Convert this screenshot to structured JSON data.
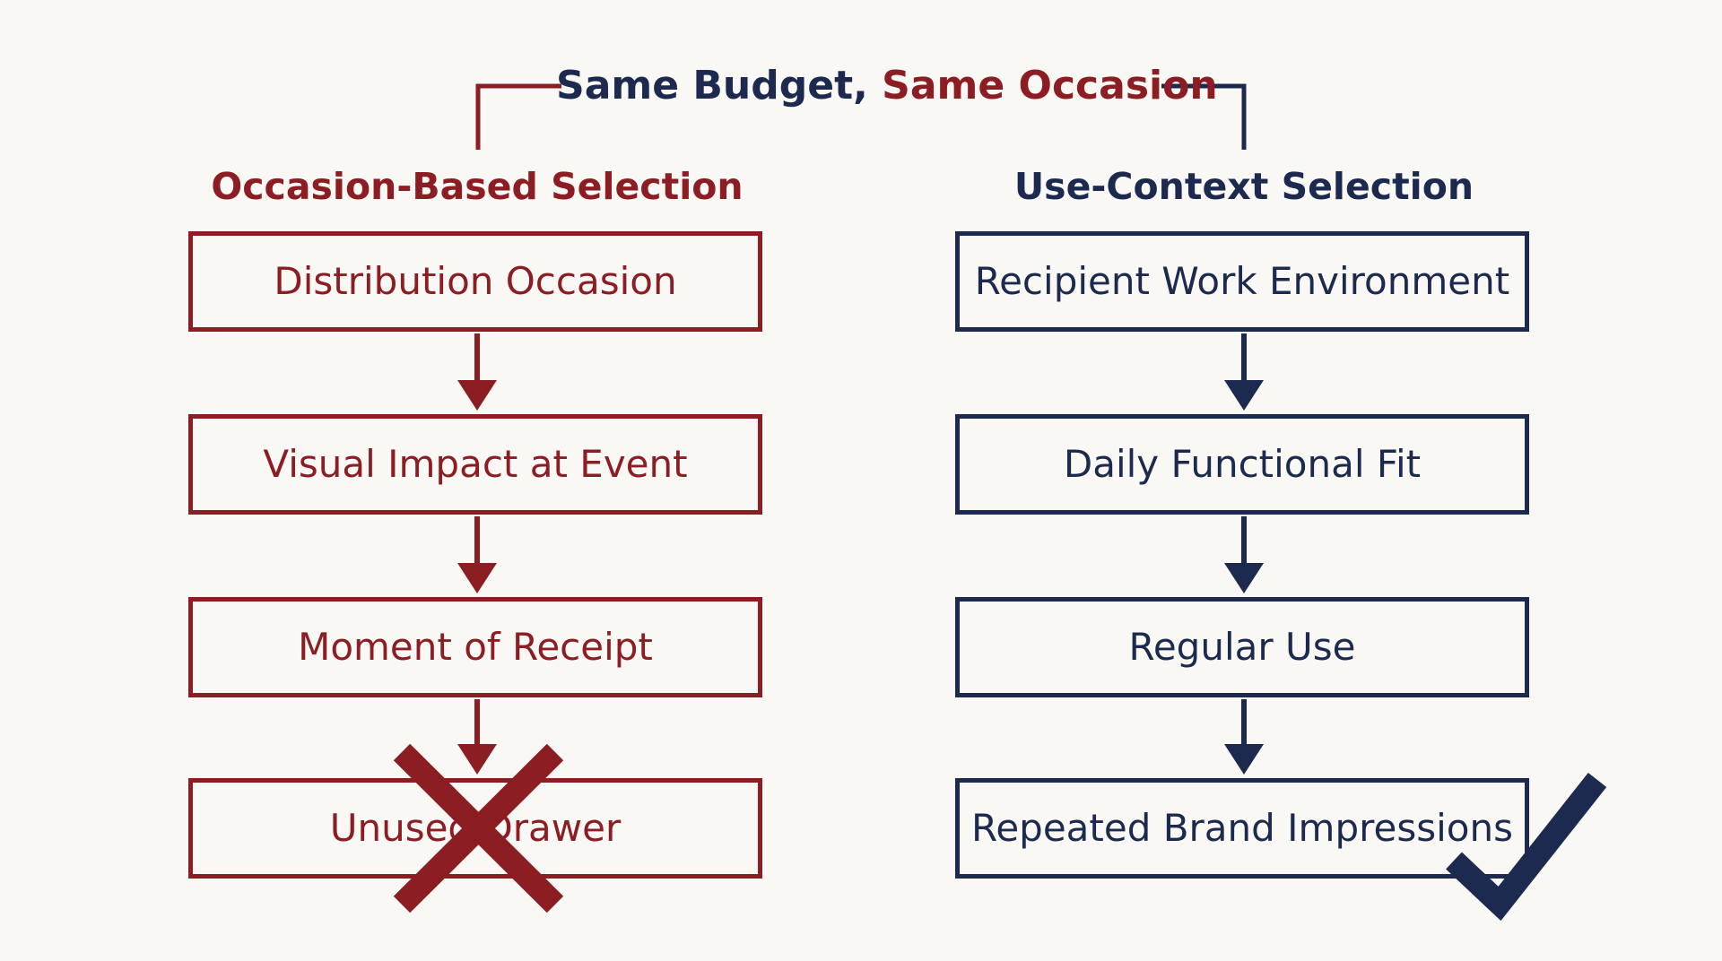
{
  "title": {
    "part1": "Same Budget,",
    "part2": "Same Occasion"
  },
  "left_column": {
    "heading": "Occasion-Based Selection",
    "steps": [
      "Distribution Occasion",
      "Visual Impact at Event",
      "Moment of Receipt",
      "Unused Drawer"
    ],
    "outcome_mark": "x-mark-icon"
  },
  "right_column": {
    "heading": "Use-Context Selection",
    "steps": [
      "Recipient Work Environment",
      "Daily Functional Fit",
      "Regular Use",
      "Repeated Brand Impressions"
    ],
    "outcome_mark": "checkmark-icon"
  },
  "colors": {
    "background": "#f9f8f5",
    "red": "#8c1d22",
    "navy": "#1b2a4e"
  }
}
